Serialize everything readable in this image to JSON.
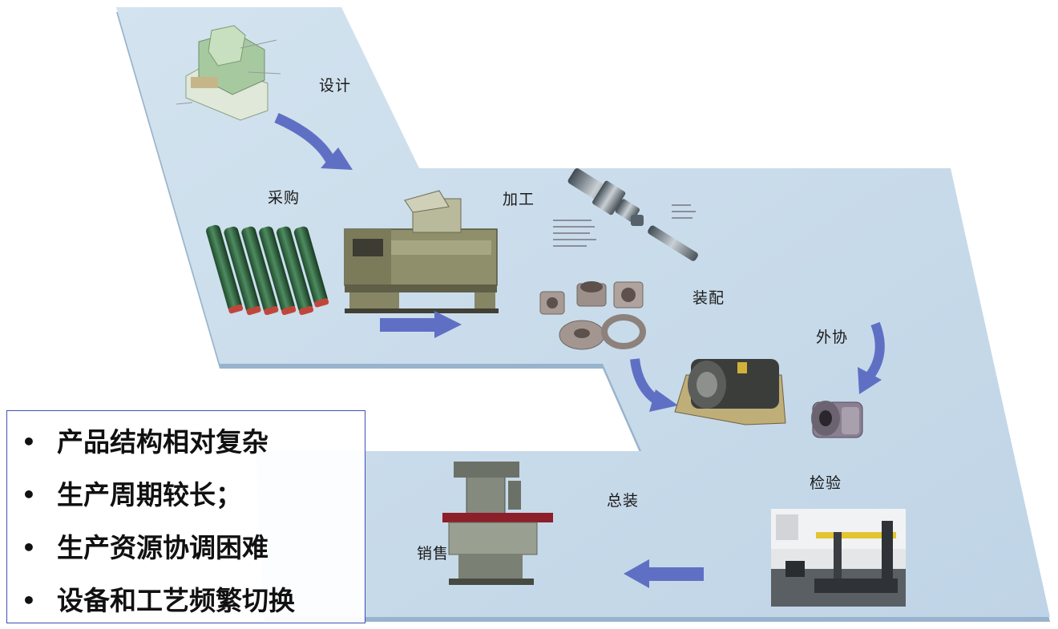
{
  "stages": {
    "design": "设计",
    "procurement": "采购",
    "machining": "加工",
    "assembly_parts": "装配",
    "outsourcing": "外协",
    "inspection": "检验",
    "final_assembly": "总装",
    "sales": "销售"
  },
  "bullets": [
    "产品结构相对复杂",
    "生产周期较长；",
    "生产资源协调困难",
    "设备和工艺频繁切换"
  ],
  "colors": {
    "platform": "#c8dbe9",
    "platform_edge": "#9fbad4",
    "arrow": "#5f70c4",
    "bullet_border": "#3d4fb8"
  }
}
